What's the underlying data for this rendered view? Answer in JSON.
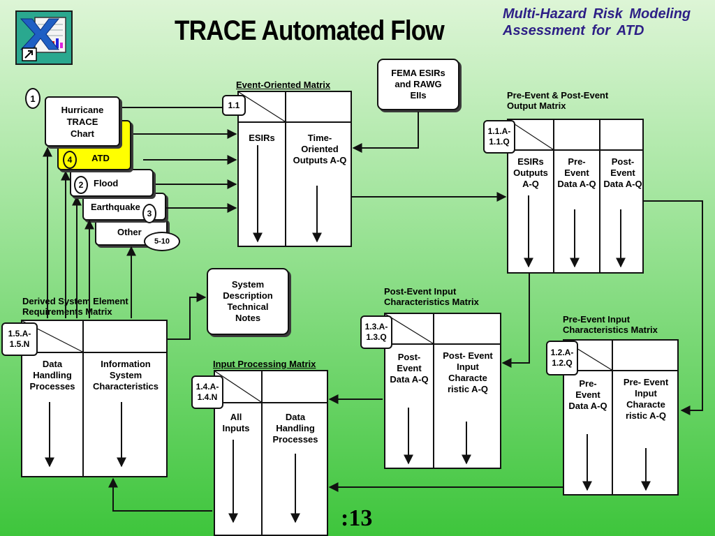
{
  "header": {
    "title": "TRACE Automated Flow",
    "subtitle_line1": "Multi-Hazard  Risk  Modeling",
    "subtitle_line2": "Assessment  for  ATD",
    "slide_number": ":13"
  },
  "hazards": {
    "hurricane": "Hurricane TRACE Chart",
    "atd": "ATD",
    "flood": "Flood",
    "earthquake": "Earthquake",
    "other": "Other",
    "n1": "1",
    "n4": "4",
    "n2": "2",
    "n3": "3",
    "n510": "5-10"
  },
  "fema": "FEMA ESIRs and RAWG EIIs",
  "system_notes": "System Description Technical Notes",
  "m11": {
    "label": "Event-Oriented Matrix",
    "tag": "1.1",
    "col1": "ESIRs",
    "col2": "Time- Oriented Outputs A-Q"
  },
  "m11aq": {
    "label1": "Pre-Event & Post-Event",
    "label2": "Output Matrix",
    "tag": "1.1.A- 1.1.Q",
    "col1": "ESIRs Outputs A-Q",
    "col2": "Pre- Event Data A-Q",
    "col3": "Post- Event Data A-Q"
  },
  "m12": {
    "label1": "Pre-Event Input",
    "label2": "Characteristics Matrix",
    "tag": "1.2.A- 1.2.Q",
    "col1": "Pre- Event Data A-Q",
    "col2": "Pre- Event Input Characte ristic A-Q"
  },
  "m13": {
    "label1": "Post-Event Input",
    "label2": "Characteristics Matrix",
    "tag": "1.3.A- 1.3.Q",
    "col1": "Post- Event Data A-Q",
    "col2": "Post- Event Input Characte ristic A-Q"
  },
  "m14": {
    "label": "Input Processing Matrix",
    "tag": "1.4.A- 1.4.N",
    "col1": "All Inputs",
    "col2": "Data Handling Processes"
  },
  "m15": {
    "label1": "Derived System Element",
    "label2": "Requirements Matrix",
    "tag": "1.5.A- 1.5.N",
    "col1": "Data Handling Processes",
    "col2": "Information System Characteristics"
  },
  "colors": {
    "atd": "#ffff00",
    "subtitle": "#2d1f86",
    "background_bottom": "#3ec53c"
  }
}
